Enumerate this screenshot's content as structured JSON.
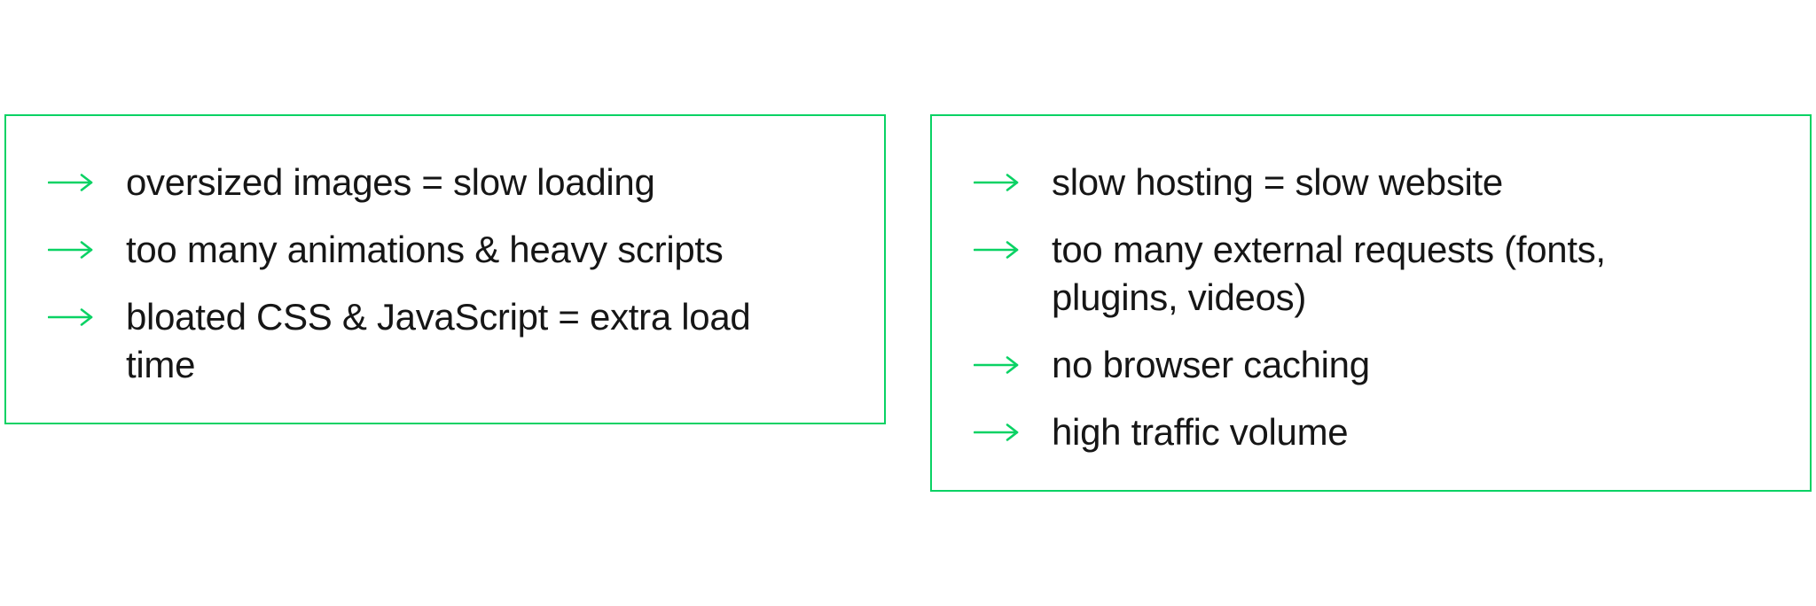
{
  "colors": {
    "accent_green": "#0ad264",
    "text": "#161616",
    "background": "#ffffff"
  },
  "icons": {
    "list_bullet": "arrow-right-icon"
  },
  "boxes": [
    {
      "name": "left-causes-box",
      "items": [
        [
          "oversized images = slow loading"
        ],
        [
          "too many animations & heavy scripts"
        ],
        [
          "bloated CSS & JavaScript = extra load",
          "time"
        ]
      ]
    },
    {
      "name": "right-causes-box",
      "items": [
        [
          "slow hosting = slow website"
        ],
        [
          "too many external requests (fonts,",
          "plugins, videos)"
        ],
        [
          "no browser caching"
        ],
        [
          "high traffic volume"
        ]
      ]
    }
  ]
}
